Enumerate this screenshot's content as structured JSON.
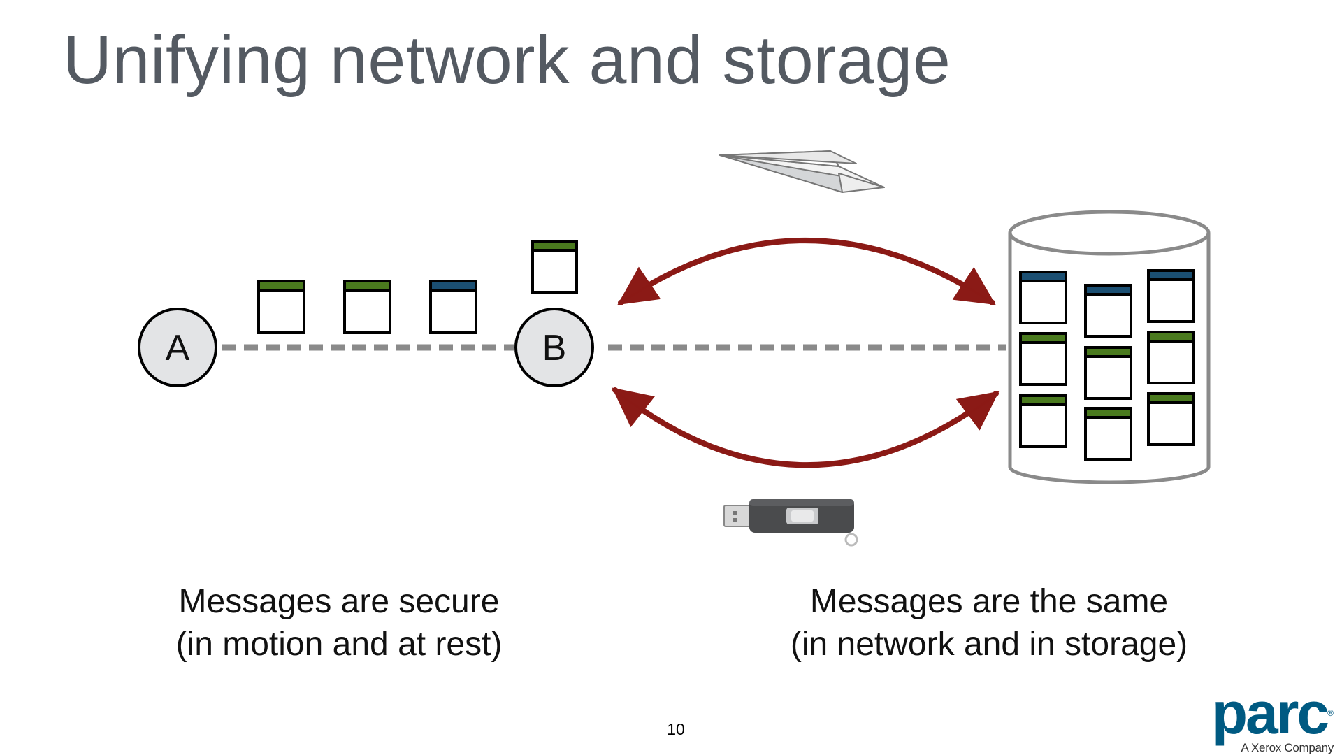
{
  "title": "Unifying network and storage",
  "nodes": {
    "a_label": "A",
    "b_label": "B"
  },
  "captions": {
    "left": {
      "line1": "Messages are secure",
      "line2": "(in motion and at rest)"
    },
    "right": {
      "line1": "Messages are the same",
      "line2": "(in network and in storage)"
    }
  },
  "page_number": "10",
  "logo": {
    "wordmark": "parc",
    "mark": "®",
    "tagline": "A Xerox Company"
  },
  "icons": [
    "paper-plane-icon",
    "usb-drive-icon",
    "storage-cylinder-icon",
    "message-packet-icon"
  ],
  "colors": {
    "title": "#545a62",
    "arrow": "#8b1a16",
    "packet_green": "#4a7a1e",
    "packet_blue": "#1b4f72",
    "dashed_link": "#8a8a8a",
    "node_fill": "#e3e4e6",
    "logo": "#005a82"
  }
}
